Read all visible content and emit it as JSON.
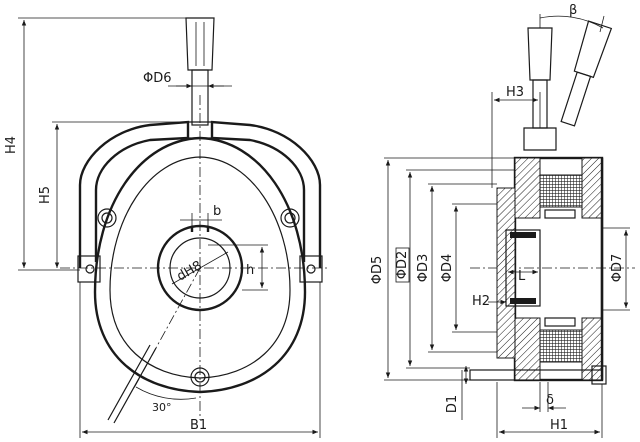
{
  "front_view": {
    "labels": {
      "h4": "H4",
      "h5": "H5",
      "phi_d6": "ΦD6",
      "b": "b",
      "dh8": "dH8",
      "h": "h",
      "angle_30": "30°",
      "b1": "B1"
    }
  },
  "side_view": {
    "labels": {
      "beta": "β",
      "h3": "H3",
      "phi_d5": "ΦD5",
      "phi_d2": "ΦD2",
      "phi_d3": "ΦD3",
      "phi_d4": "ΦD4",
      "phi_d7": "ΦD7",
      "l": "L",
      "h2": "H2",
      "d1": "D1",
      "delta": "δ",
      "h1": "H1"
    }
  }
}
